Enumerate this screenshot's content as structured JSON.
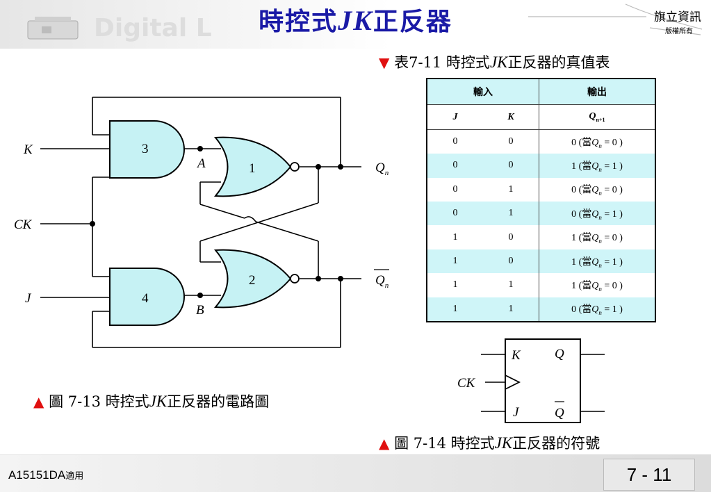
{
  "header": {
    "title_prefix": "時控式",
    "title_italic": "JK",
    "title_suffix": "正反器",
    "watermark": "Digital L",
    "publisher": "旗立資訊",
    "copyright": "版權所有"
  },
  "table_caption": {
    "marker": "▼",
    "prefix": "表7-11 時控式",
    "italic": "JK",
    "suffix": "正反器的真值表"
  },
  "truth_table": {
    "input_header": "輸入",
    "output_header": "輸出",
    "col_j": "J",
    "col_k": "K",
    "col_q": "Q",
    "col_q_sub": "n+1",
    "cond_prefix": "(當",
    "cond_q": "Q",
    "cond_sub": "n",
    "cond_close": ")",
    "rows": [
      {
        "j": "0",
        "k": "0",
        "q": "0",
        "qn": "= 0"
      },
      {
        "j": "0",
        "k": "0",
        "q": "1",
        "qn": "= 1"
      },
      {
        "j": "0",
        "k": "1",
        "q": "0",
        "qn": "= 0"
      },
      {
        "j": "0",
        "k": "1",
        "q": "0",
        "qn": "= 1"
      },
      {
        "j": "1",
        "k": "0",
        "q": "1",
        "qn": "= 0"
      },
      {
        "j": "1",
        "k": "0",
        "q": "1",
        "qn": "= 1"
      },
      {
        "j": "1",
        "k": "1",
        "q": "1",
        "qn": "= 0"
      },
      {
        "j": "1",
        "k": "1",
        "q": "0",
        "qn": "= 1"
      }
    ]
  },
  "circuit": {
    "input_k": "K",
    "input_ck": "CK",
    "input_j": "J",
    "gate_3": "3",
    "gate_4": "4",
    "gate_1": "1",
    "gate_2": "2",
    "node_a": "A",
    "node_b": "B",
    "out_q": "Q",
    "out_q_sub": "n",
    "out_qbar": "Q",
    "out_qbar_sub": "n"
  },
  "circuit_caption": {
    "marker": "▲",
    "prefix": "圖 7-13 時控式",
    "italic": "JK",
    "suffix": "正反器的電路圖"
  },
  "symbol": {
    "k": "K",
    "j": "J",
    "q": "Q",
    "qbar": "Q",
    "ck": "CK"
  },
  "symbol_caption": {
    "marker": "▲",
    "prefix": "圖 7-14 時控式",
    "italic": "JK",
    "suffix": "正反器的符號"
  },
  "footer": {
    "code": "A15151DA",
    "usage": "適用",
    "page": "7 - 11"
  },
  "colors": {
    "gate_fill": "#c6f2f4",
    "title": "#1a1aa6",
    "marker": "#e01010",
    "table_shade": "#cff5f8"
  }
}
